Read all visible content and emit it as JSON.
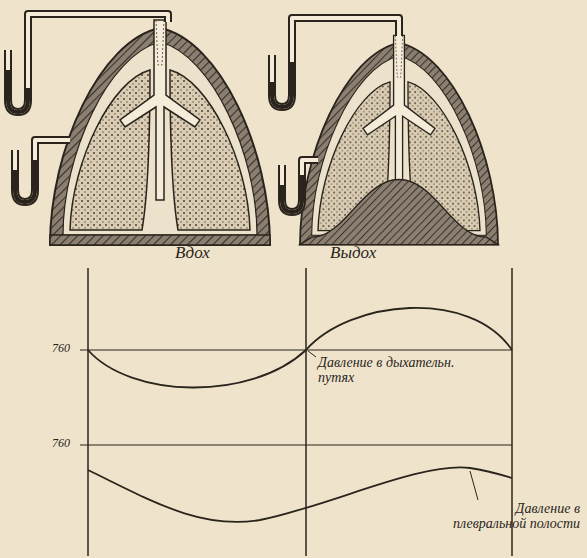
{
  "diagram": {
    "labels": [
      "Вдох",
      "Выдох",
      "760",
      "760",
      "Давление в дыхательн. путях",
      "Давление в плевральной полости"
    ]
  }
}
